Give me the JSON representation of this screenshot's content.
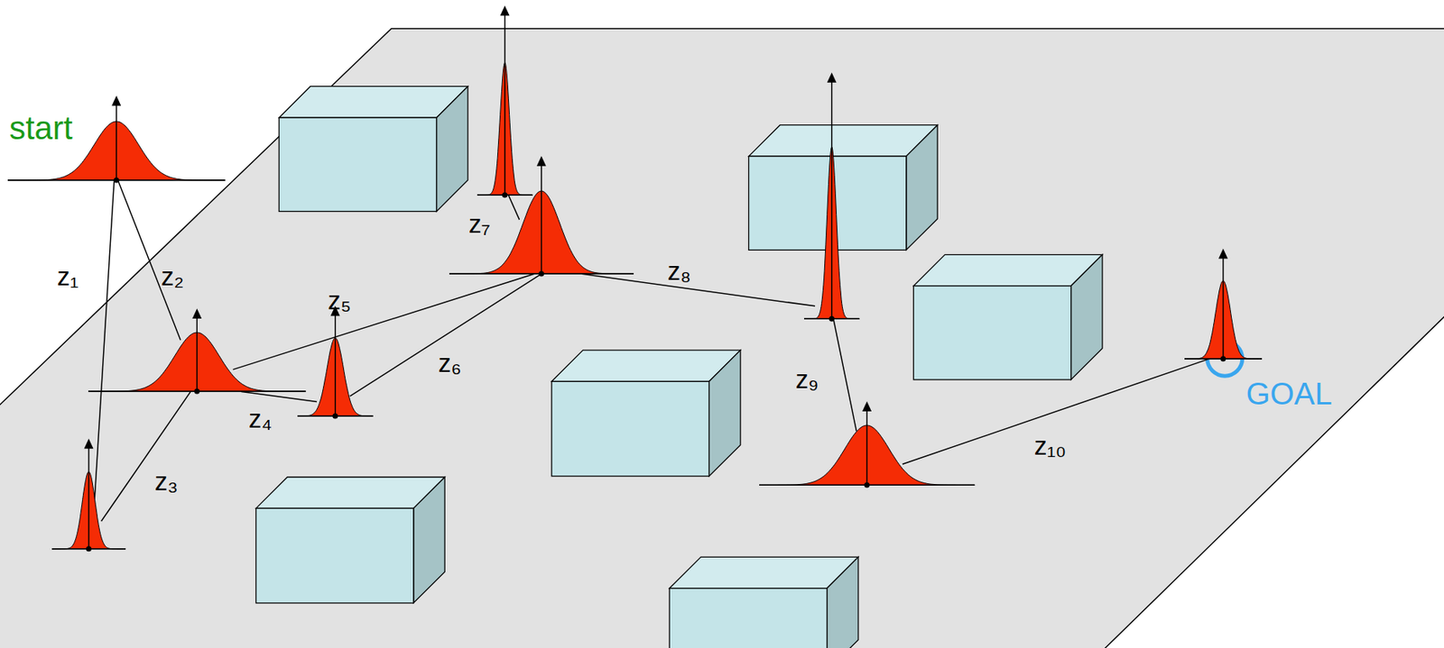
{
  "diagram": {
    "nodes": [
      {
        "text": [
          "start"
        ]
      },
      {
        "text": []
      },
      {
        "text": []
      },
      {
        "text": []
      },
      {
        "text": []
      },
      {
        "text": []
      },
      {
        "text": []
      },
      {
        "text": []
      },
      {
        "text": [
          "GOAL"
        ]
      }
    ],
    "edges": [
      {
        "from": 0,
        "to": 2,
        "arrow": "none",
        "label": "z₁"
      },
      {
        "from": 0,
        "to": 1,
        "arrow": "none",
        "label": "z₂"
      },
      {
        "from": 1,
        "to": 2,
        "arrow": "none",
        "label": "z₃"
      },
      {
        "from": 1,
        "to": 3,
        "arrow": "none",
        "label": "z₄"
      },
      {
        "from": 1,
        "to": 4,
        "arrow": "none",
        "label": "z₅"
      },
      {
        "from": 3,
        "to": 4,
        "arrow": "none",
        "label": "z₆"
      },
      {
        "from": 5,
        "to": 4,
        "arrow": "none",
        "label": "z₇"
      },
      {
        "from": 4,
        "to": 6,
        "arrow": "none",
        "label": "z₈"
      },
      {
        "from": 6,
        "to": 7,
        "arrow": "none",
        "label": "z₉"
      },
      {
        "from": 7,
        "to": 8,
        "arrow": "none",
        "label": "z₁₀"
      }
    ]
  }
}
